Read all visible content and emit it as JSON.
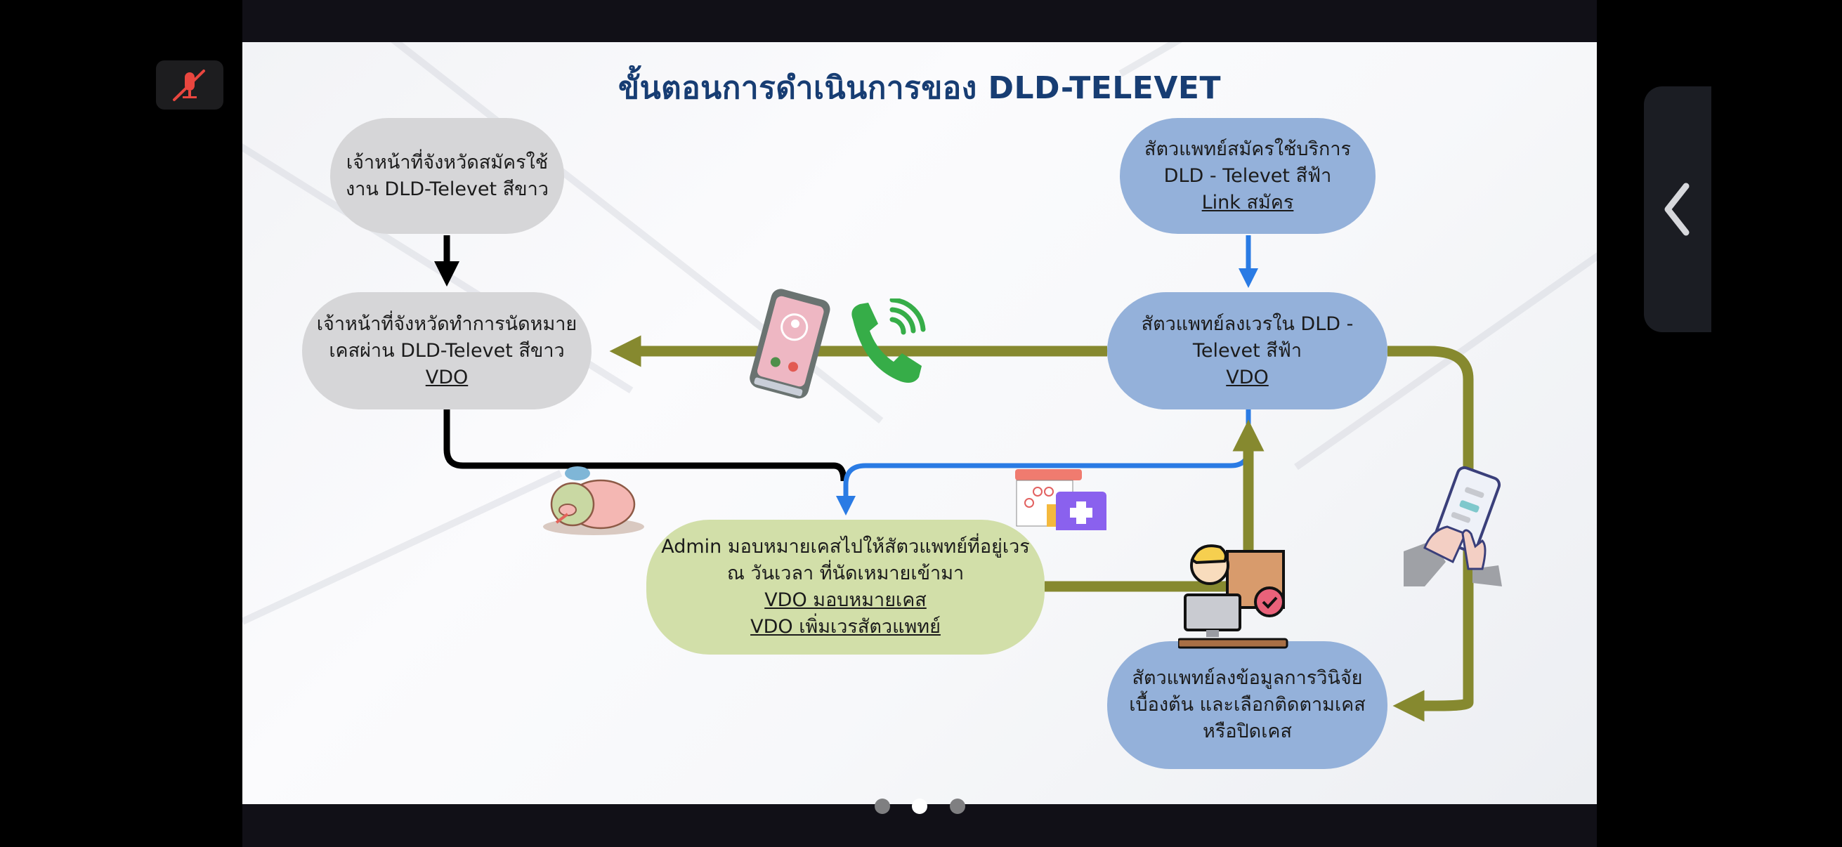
{
  "slide": {
    "title": "ขั้นตอนการดำเนินการของ DLD-TELEVET",
    "boxes": {
      "province_register": {
        "lines": [
          "เจ้าหน้าที่จังหวัดสมัครใช้",
          "งาน DLD-Televet สีขาว"
        ]
      },
      "province_appointment": {
        "lines": [
          "เจ้าหน้าที่จังหวัดทำการนัดหมาย",
          "เคสผ่าน DLD-Televet สีขาว"
        ],
        "link": "VDO"
      },
      "vet_register": {
        "lines": [
          "สัตวแพทย์สมัครใช้บริการ",
          "DLD - Televet สีฟ้า"
        ],
        "link": "Link สมัคร"
      },
      "vet_shift": {
        "lines": [
          "สัตวแพทย์ลงเวรใน DLD -",
          "Televet สีฟ้า"
        ],
        "link": "VDO"
      },
      "admin_assign": {
        "lines": [
          "Admin มอบหมายเคสไปให้สัตวแพทย์ที่อยู่เวร",
          "ณ วันเวลา ที่นัดเหมายเข้ามา"
        ],
        "links": [
          "VDO มอบหมายเคส",
          "VDO เพิ่มเวรสัตวแพทย์"
        ]
      },
      "vet_diagnosis": {
        "lines": [
          "สัตวแพทย์ลงข้อมูลการวินิจัย",
          "เบื้องต้น และเลือกติดตามเคส",
          "หรือปิดเคส"
        ]
      }
    },
    "colors": {
      "title": "#173d73",
      "gray_box": "#d6d6d8",
      "blue_box": "#94b1da",
      "green_box": "#d2dfa9",
      "olive_arrow": "#86892f",
      "blue_arrow": "#2a7be4",
      "black_arrow": "#000000"
    },
    "icons": [
      "phone-call-icon",
      "green-phone-handset-icon",
      "sick-pig-icon",
      "calendar-medical-icon",
      "admin-computer-icon",
      "hands-smartphone-chat-icon"
    ]
  },
  "controls": {
    "mic": "mic-muted-icon",
    "side_tab": "chevron-left-icon",
    "pagination": {
      "total": 3,
      "active_index": 1
    }
  }
}
